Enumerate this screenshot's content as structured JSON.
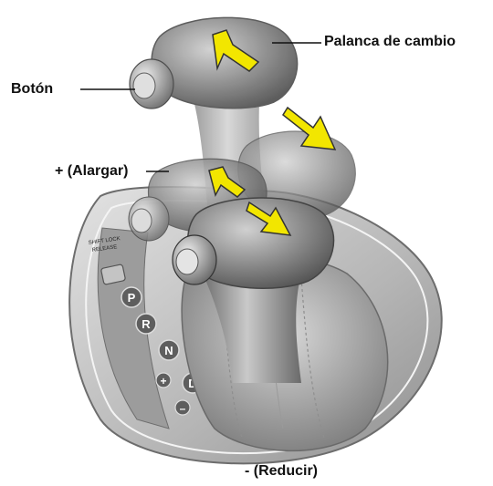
{
  "labels": {
    "lever": "Palanca de cambio",
    "button": "Botón",
    "plus": "+ (Alargar)",
    "minus": "- (Reducir)"
  },
  "console": {
    "shift_lock_line1": "SHIFT LOCK",
    "shift_lock_line2": "RELEASE",
    "gears": [
      "P",
      "R",
      "N",
      "D"
    ],
    "manual_plus": "+",
    "manual_minus": "–"
  },
  "colors": {
    "arrow": "#f2e600",
    "knob": "#8a8a8a",
    "console": "#b8b8b8",
    "text": "#111111"
  }
}
